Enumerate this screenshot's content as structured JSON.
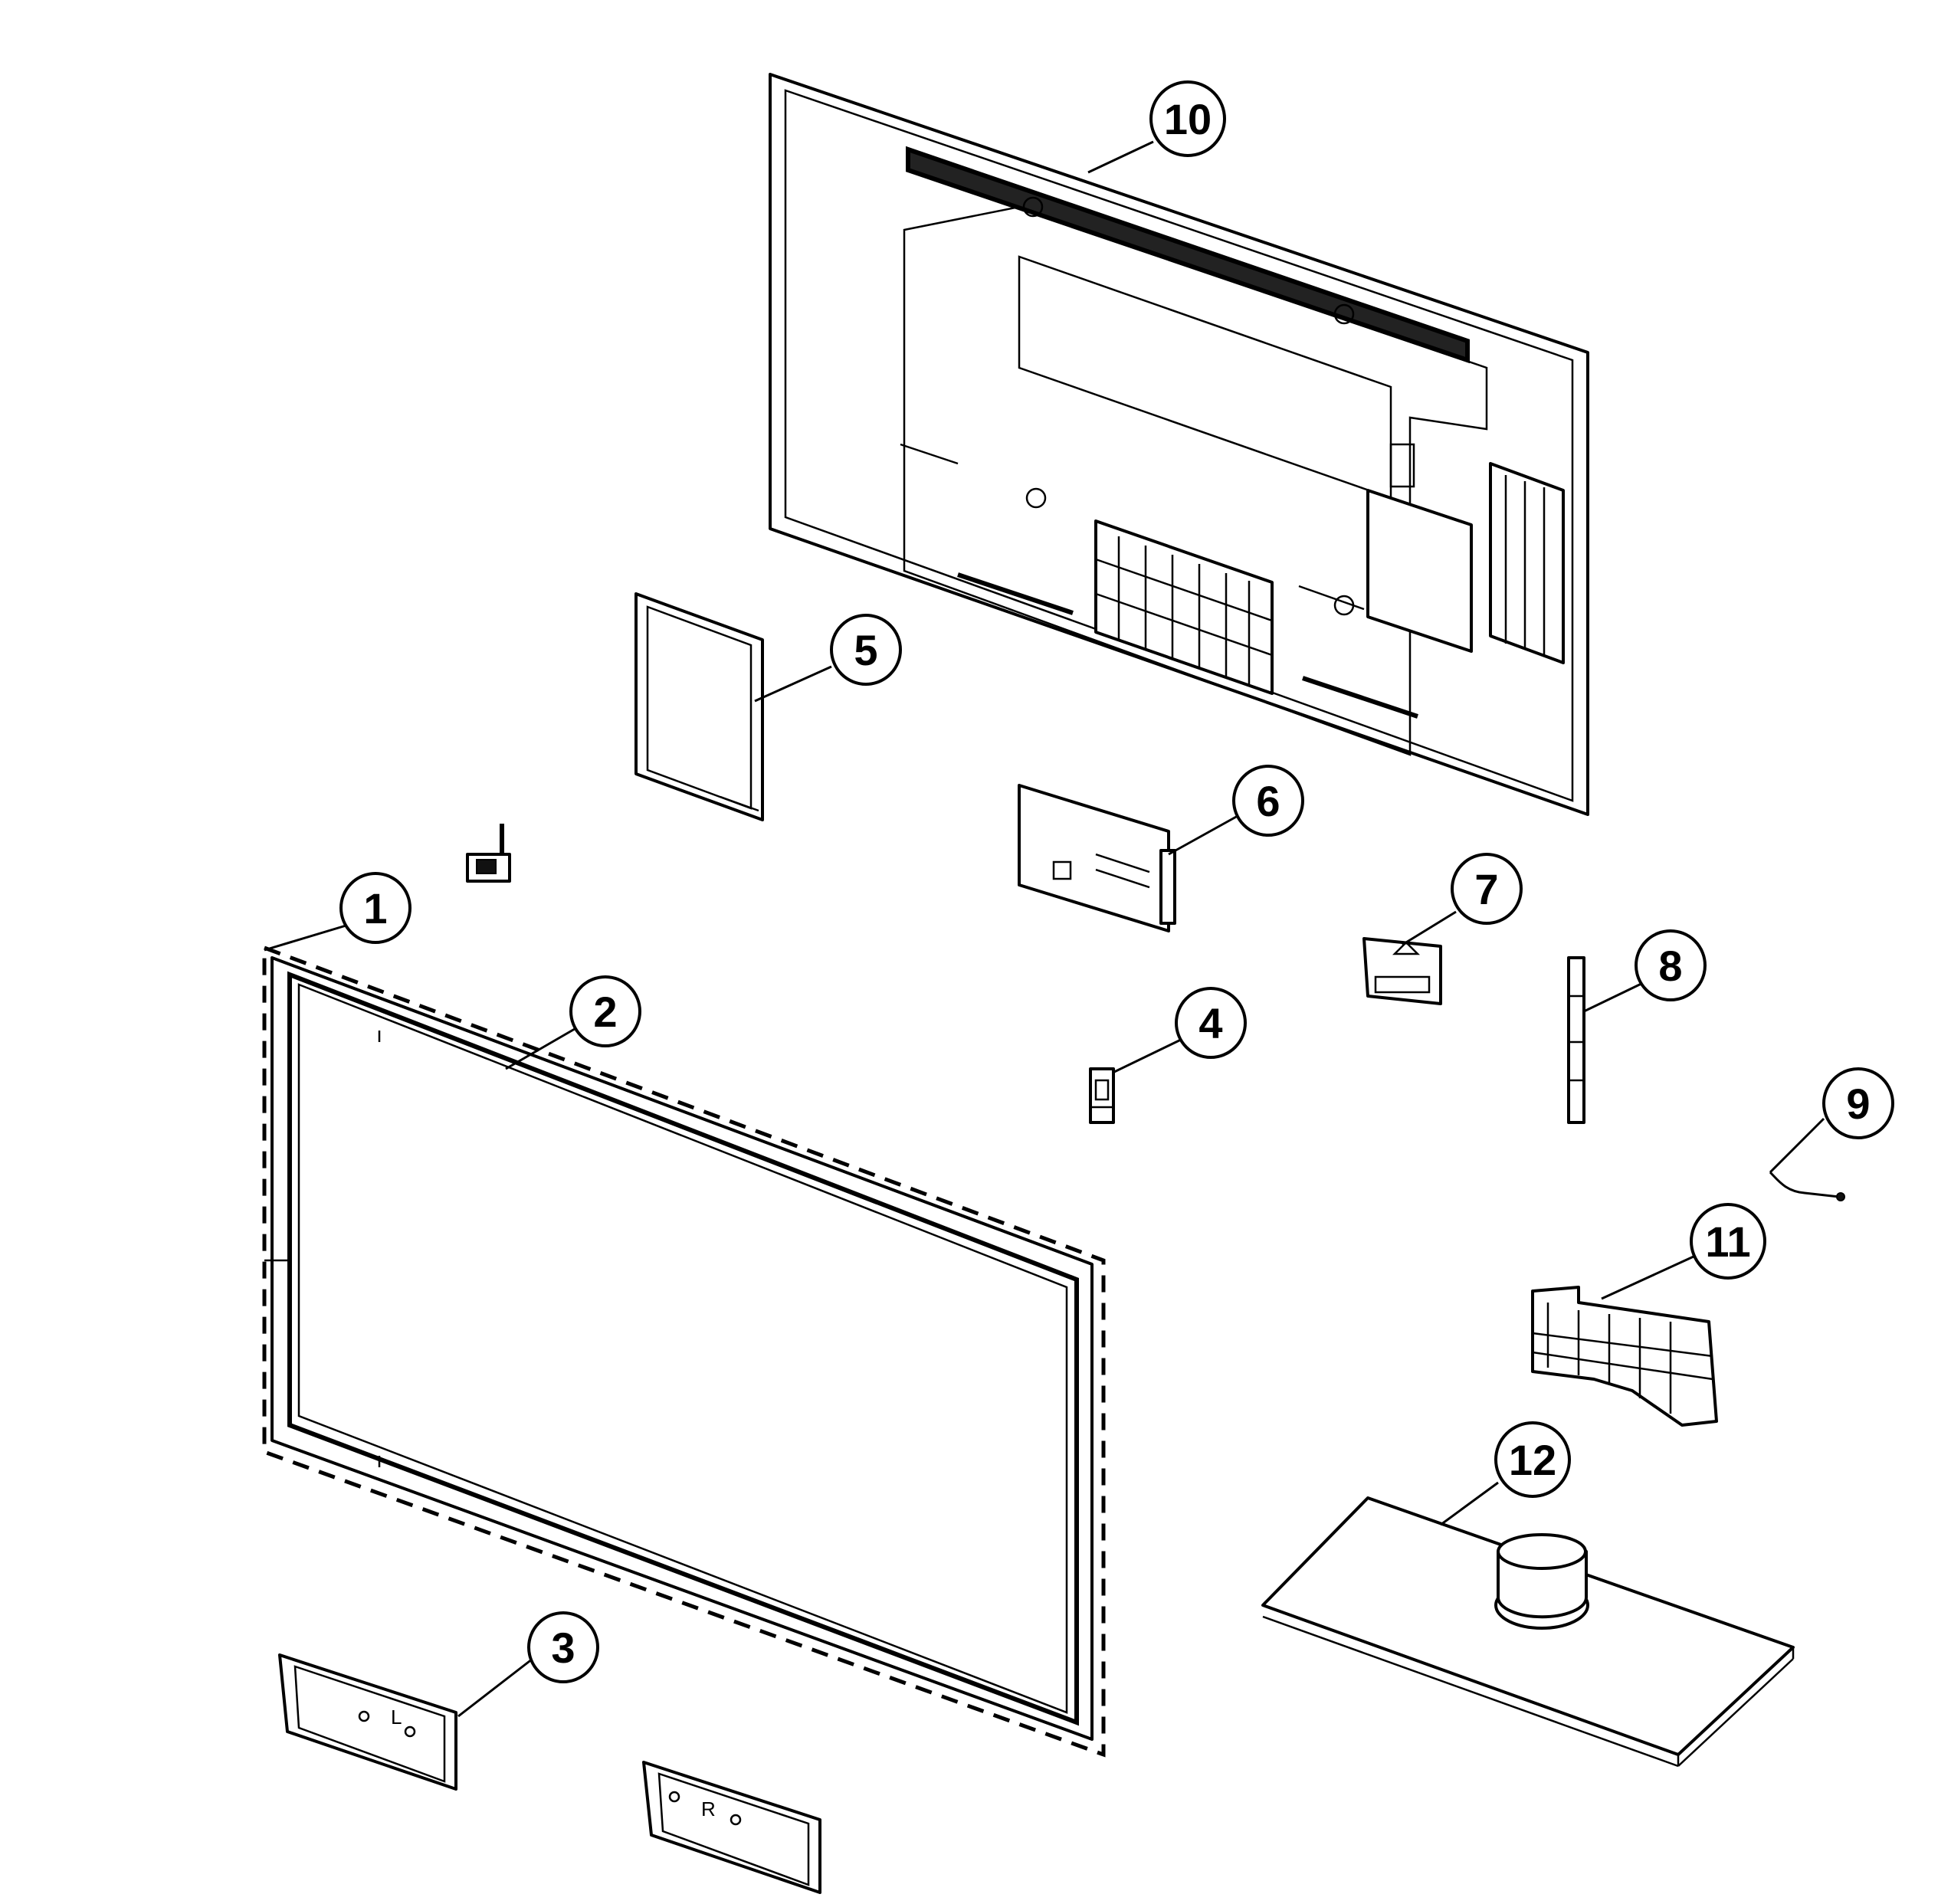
{
  "diagram": {
    "type": "exploded-parts-view",
    "callouts": [
      {
        "id": "1",
        "label": "1"
      },
      {
        "id": "2",
        "label": "2"
      },
      {
        "id": "3",
        "label": "3"
      },
      {
        "id": "4",
        "label": "4"
      },
      {
        "id": "5",
        "label": "5"
      },
      {
        "id": "6",
        "label": "6"
      },
      {
        "id": "7",
        "label": "7"
      },
      {
        "id": "8",
        "label": "8"
      },
      {
        "id": "9",
        "label": "9"
      },
      {
        "id": "10",
        "label": "10"
      },
      {
        "id": "11",
        "label": "11"
      },
      {
        "id": "12",
        "label": "12"
      }
    ],
    "bracket_marks": {
      "left": "L",
      "right": "R"
    }
  }
}
